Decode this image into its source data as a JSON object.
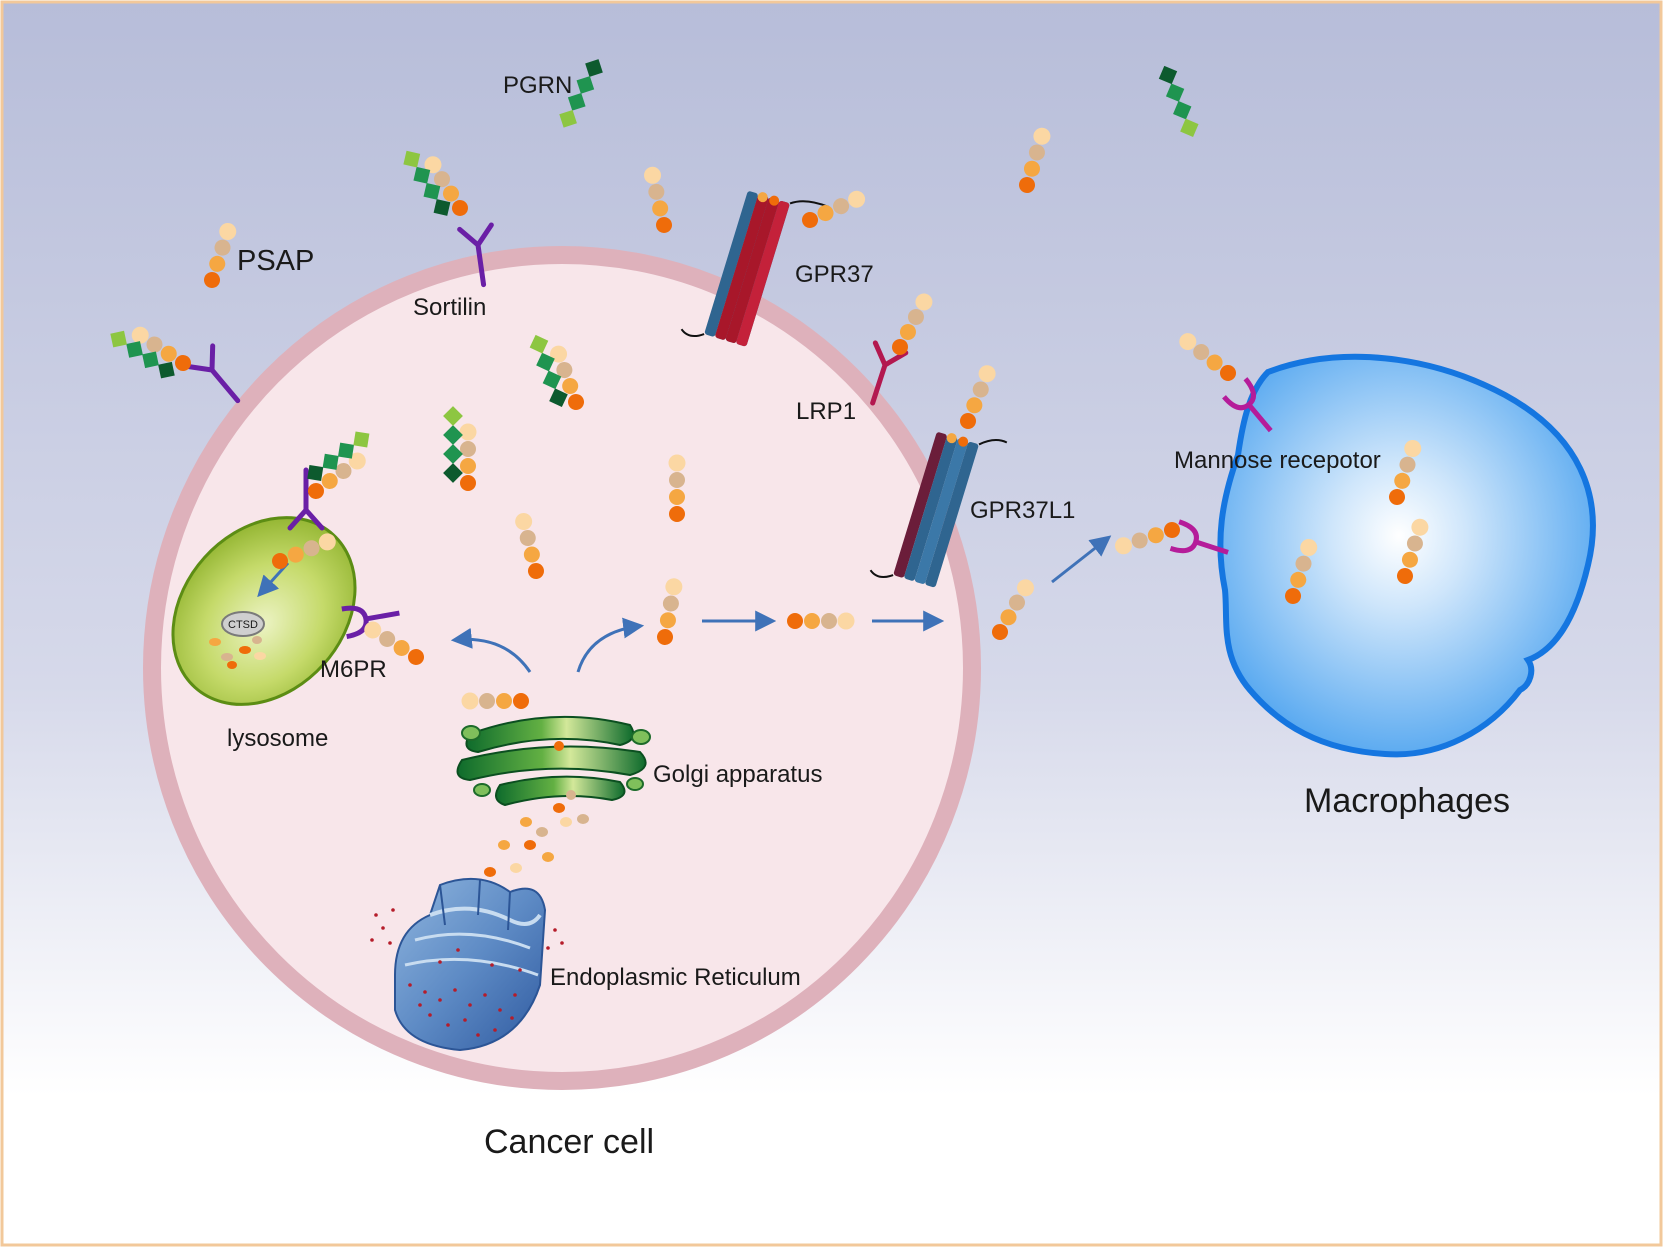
{
  "labels": {
    "pgrn": "PGRN",
    "psap": "PSAP",
    "sortilin": "Sortilin",
    "gpr37": "GPR37",
    "lrp1": "LRP1",
    "gpr37l1": "GPR37L1",
    "mannose_receptor": "Mannose recepotor",
    "m6pr": "M6PR",
    "lysosome": "lysosome",
    "ctsd": "CTSD",
    "golgi": "Golgi apparatus",
    "er": "Endoplasmic Reticulum",
    "cancer_cell": "Cancer cell",
    "macrophages": "Macrophages"
  },
  "colors": {
    "background_top": "#b7bdd9",
    "background_bottom": "#ffffff",
    "frame": "#f2c89a",
    "cell_fill": "#f8e6ea",
    "cell_membrane": "#deb1bb",
    "lysosome_fill": "#a6c437",
    "macrophage_fill": "#4da3ef",
    "macrophage_outline": "#1576e0",
    "psap_dark": "#ef6c0a",
    "psap_mid": "#f5a742",
    "psap_light": "#fbd7a3",
    "psap_tan": "#d8b48f",
    "pgrn_dark": "#0d5a2e",
    "pgrn_mid": "#1f9450",
    "pgrn_light": "#8dc641",
    "receptor_purple": "#6a1fa6",
    "receptor_magenta": "#b51c9a",
    "receptor_lrp1": "#b3184f",
    "gpcr_blue": "#2f6590",
    "gpcr_red": "#a8172a",
    "arrow": "#3f72b8"
  }
}
